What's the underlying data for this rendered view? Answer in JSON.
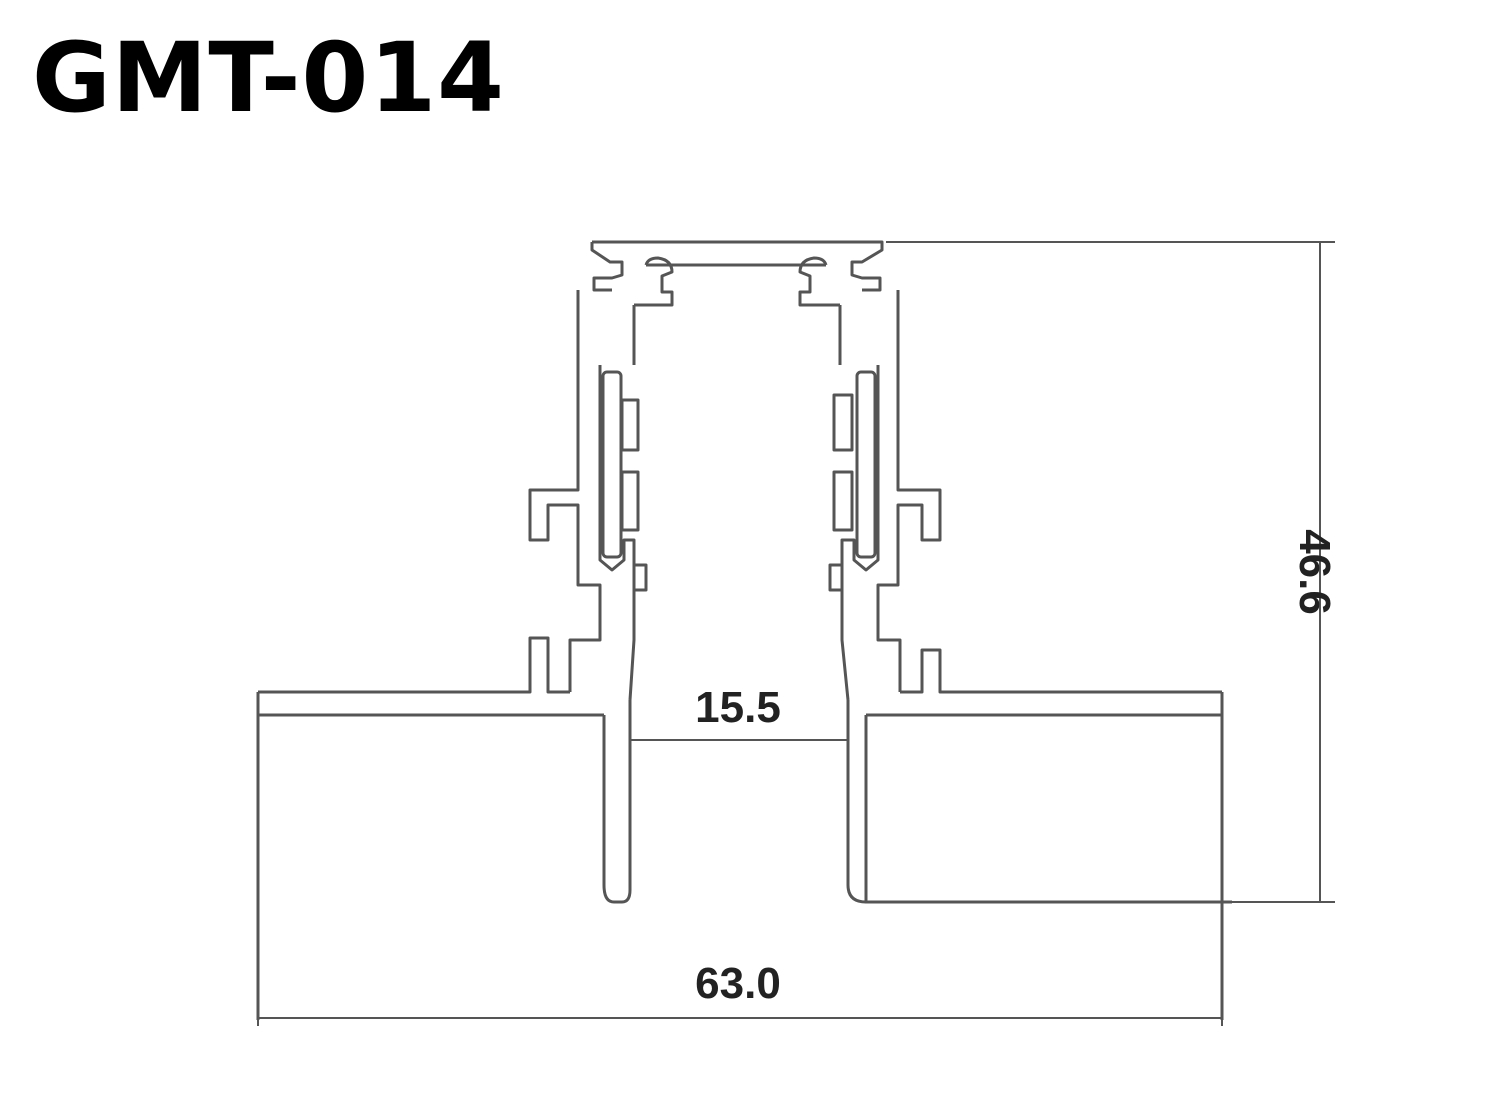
{
  "title": "GMT-014",
  "dimensions": {
    "overall_width": "63.0",
    "overall_height": "46.6",
    "slot_width": "15.5"
  },
  "colors": {
    "line": "#555555",
    "text": "#222222",
    "background": "#ffffff"
  }
}
